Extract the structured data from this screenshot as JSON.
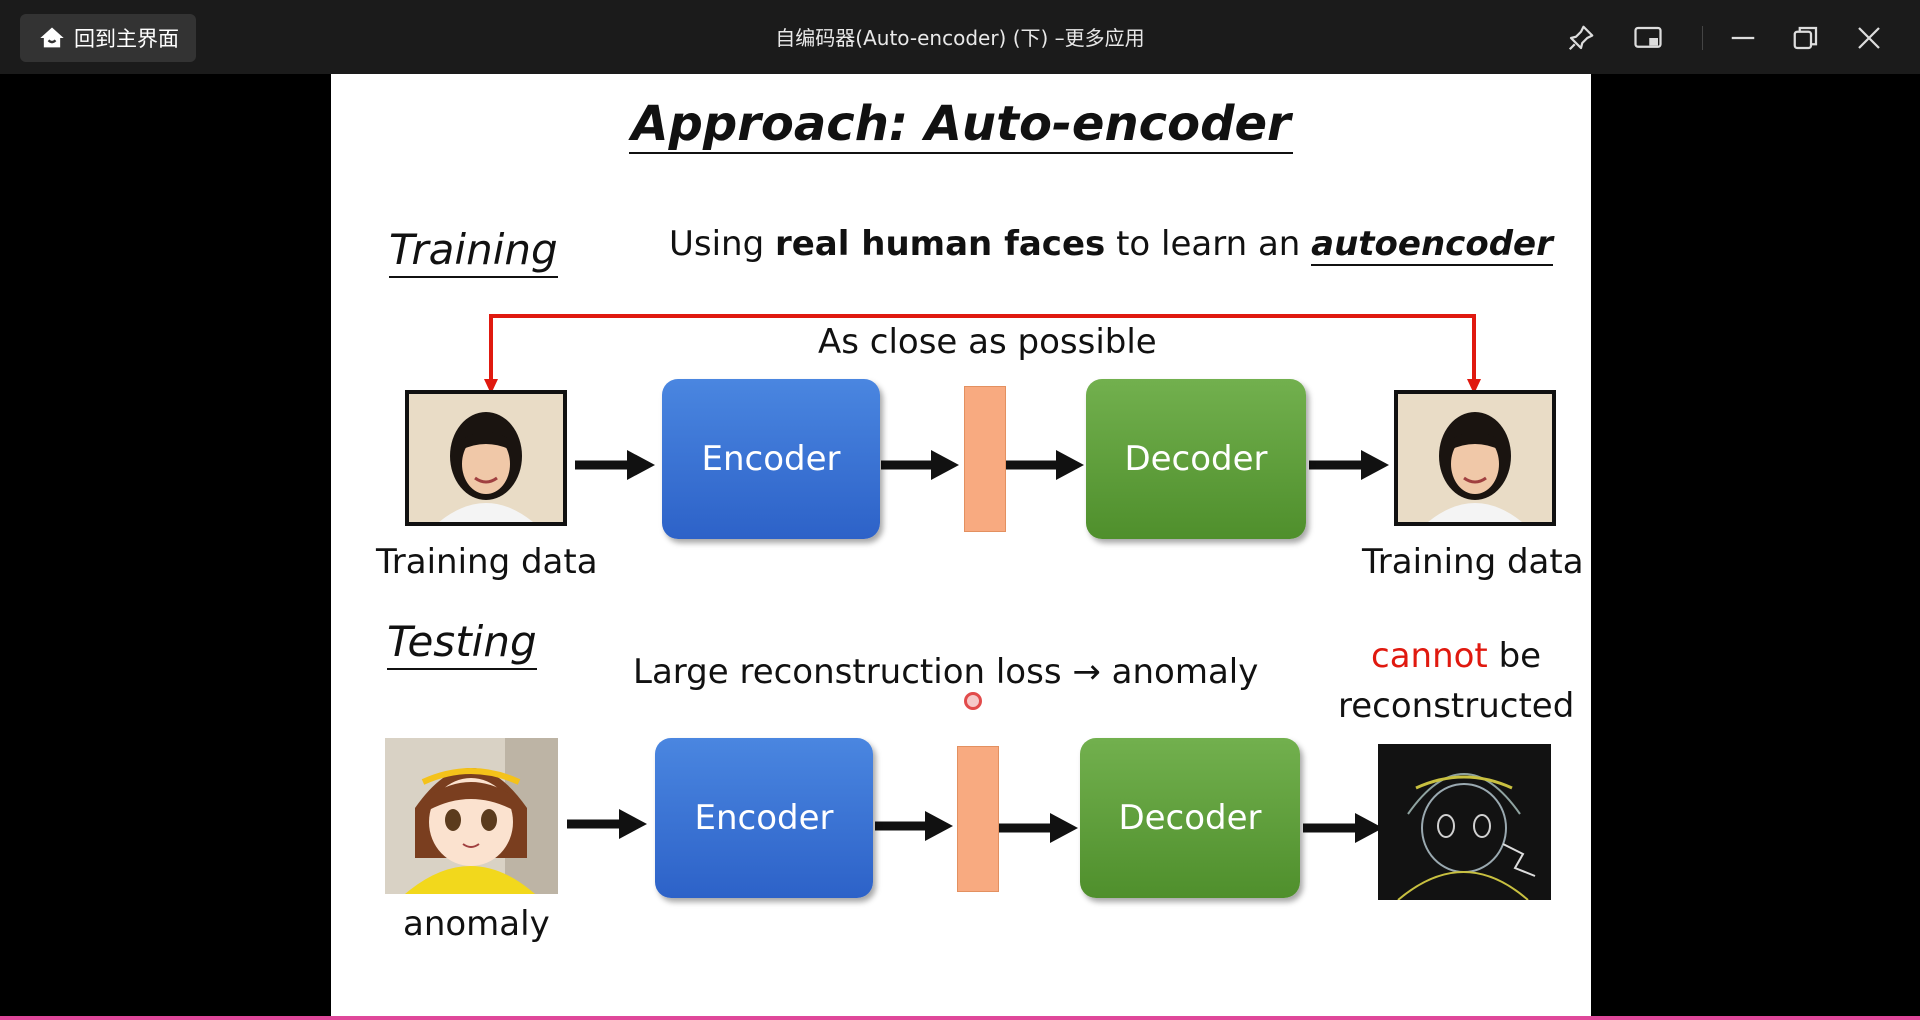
{
  "window": {
    "title": "自编码器(Auto-encoder) (下) –更多应用",
    "home_label": "回到主界面"
  },
  "slide": {
    "title": "Approach: Auto-encoder",
    "training_heading": "Training",
    "testing_heading": "Testing",
    "subtitle": {
      "pre": "Using ",
      "bold": "real human faces",
      "mid": " to learn an ",
      "italic_bold": "autoencoder"
    },
    "close_label": "As close as possible",
    "encoder": "Encoder",
    "decoder": "Decoder",
    "training_data_left": "Training data",
    "training_data_right": "Training data",
    "loss_label": "Large reconstruction loss → anomaly",
    "cannot_1": "cannot",
    "cannot_2": " be",
    "cannot_3": "reconstructed",
    "anomaly_label": "anomaly"
  },
  "colors": {
    "accent_red": "#e0190f",
    "encoder_blue": "#3a72d6",
    "decoder_green": "#5d9c3a",
    "code_orange": "#f8aa80"
  },
  "icons": [
    "home-icon",
    "pin-icon",
    "pip-icon",
    "minimize-icon",
    "restore-icon",
    "close-icon"
  ]
}
